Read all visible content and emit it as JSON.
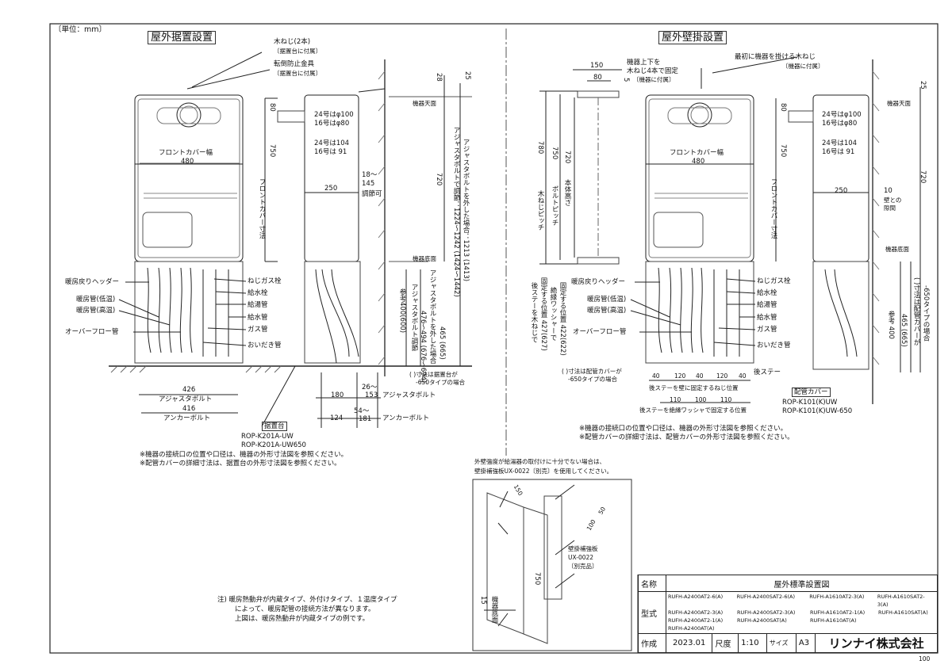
{
  "unit_label": "〔単位：mm〕",
  "page_number": "100",
  "left": {
    "title": "屋外据置設置",
    "wood_screw": "木ねじ(2本)",
    "wood_screw_note": "〔据置台に付属〕",
    "tip_bracket": "転倒防止金具",
    "tip_bracket_note": "〔据置台に付属〕",
    "dim_28": "28",
    "dim_25": "25",
    "dim_80": "80",
    "dim_750": "750",
    "dim_480": "480",
    "front_cover_width": "フロントカバー幅",
    "front_cover_height": "フロントカバー寸法",
    "duct_24": "24号はφ100",
    "duct_16": "16号はφ80",
    "depth_24": "24号は104",
    "depth_16": "16号は 91",
    "dim_250": "250",
    "adjust_top": "18～",
    "adjust_bottom": "145",
    "adjustable": "調節可",
    "top_face": "機器天面",
    "bottom_face": "機器底面",
    "dim_720": "720",
    "adjust_bolt_long": "アジャスタボルトで調節：1224～1242 (1424～1442)",
    "adjust_bolt_long2": "アジャスタボルトを外した場合：1213 (1413)",
    "ref_400": "参考400(600)",
    "adjust_bolt_range": "アジャスタボルト調節",
    "adjust_bolt_range_val": "476～494 (676～694)",
    "adjust_removed": "アジャスタボルトを外した場合",
    "adjust_removed_val": "465 (665)",
    "parts": [
      "暖房戻りヘッダー",
      "暖房管(低温)",
      "暖房管(高温)",
      "オーバーフロー管"
    ],
    "parts_right": [
      "ねじガス栓",
      "給水栓",
      "給湯管",
      "給水管",
      "ガス管",
      "おいだき管"
    ],
    "dim_426": "426",
    "adjust_bolt": "アジャスタボルト",
    "dim_416": "416",
    "anchor_bolt": "アンカーボルト",
    "dim_180": "180",
    "dim_26_153a": "26～",
    "dim_26_153b": "153",
    "adjust_bolt2": "アジャスタボルト",
    "dim_124": "124",
    "dim_54_181a": "54～",
    "dim_54_181b": "181",
    "anchor_bolt2": "アンカーボルト",
    "stand": "据置台",
    "stand_models": [
      "ROP-K201A-UW",
      "ROP-K201A-UW650"
    ],
    "bracket_note1": "( )寸法は据置台が",
    "bracket_note2": "-650タイプの場合",
    "notes": [
      "※機器の接続口の位置や口径は、機器の外形寸法図を参照ください。",
      "※配管カバーの詳細寸法は、据置台の外形寸法図を参照ください。"
    ]
  },
  "right": {
    "title": "屋外壁掛設置",
    "dim_150": "150",
    "dim_80": "80",
    "dim_5": "5",
    "lower_fix": "機器上下を",
    "lower_fix2": "木ねじ4本で固定",
    "lower_fix_note": "〔機器に付属〕",
    "first_screw": "最初に機器を掛ける木ねじ",
    "first_screw_note": "〔機器に付属〕",
    "dim_25": "25",
    "top_face": "機器天面",
    "dim_780": "780",
    "screw_pitch": "木ねじピッチ",
    "dim_750b": "750",
    "bolt_pitch": "ボルトピッチ",
    "dim_720": "720",
    "body_height": "本体高さ",
    "dim_80b": "80",
    "dim_750": "750",
    "dim_480": "480",
    "front_cover_width": "フロントカバー幅",
    "front_cover_height": "フロントカバー寸法",
    "duct_24": "24号はφ100",
    "duct_16": "16号はφ80",
    "depth_24": "24号は104",
    "depth_16": "16号は 91",
    "dim_250": "250",
    "dim_10": "10",
    "wall_gap": "壁との",
    "wall_gap2": "隙間",
    "dim_720b": "720",
    "bottom_face": "機器底面",
    "ref_400": "参考 400",
    "dim_465": "465 (665)",
    "pipe_cover_note": "( )寸法は配管カバーが",
    "pipe_cover_note2": "-650タイプの場合",
    "rear_stay_note": "後ステーを木ねじで",
    "rear_stay_note2": "固定する位置 427(627)",
    "rear_stay_note3": "絶縁ワッシャーで",
    "rear_stay_note4": "固定する位置 422(622)",
    "parts": [
      "暖房戻りヘッダー",
      "暖房管(低温)",
      "暖房管(高温)",
      "オーバーフロー管"
    ],
    "parts_right": [
      "ねじガス栓",
      "給水栓",
      "給湯管",
      "給水管",
      "ガス管",
      "おいだき管"
    ],
    "dims_bottom": [
      "40",
      "120",
      "40",
      "120",
      "40"
    ],
    "rear_stay": "後ステー",
    "rear_stay_screw": "後ステーを壁に固定するねじ位置",
    "dims_bottom2": [
      "110",
      "100",
      "110"
    ],
    "rear_stay_washer": "後ステーを絶縁ワッシャで固定する位置",
    "cover_note1": "( )寸法は配管カバーが",
    "cover_note2": "-650タイプの場合",
    "pipe_cover": "配管カバー",
    "pipe_cover_models": [
      "ROP-K101(K)UW",
      "ROP-K101(K)UW-650"
    ],
    "notes": [
      "※機器の接続口の位置や口径は、機器の外形寸法図を参照ください。",
      "※配管カバーの詳細寸法は、配管カバーの外形寸法図を参照ください。"
    ]
  },
  "detail": {
    "note1": "外壁強度が給湯器の取付けに十分でない場合は、",
    "note2": "壁掛補強板UX-0022〔別売〕を使用してください。",
    "dim_150": "150",
    "dim_50": "50",
    "dim_100": "100",
    "dim_750": "750",
    "dim_15": "15",
    "bottom_face": "機器底面",
    "plate": "壁掛補強板",
    "plate_model": "UX-0022",
    "plate_sold": "〔別売品〕"
  },
  "footnote": [
    "注) 暖房熱動弁が内蔵タイプ、外付けタイプ、１温度タイプ",
    "によって、暖房配管の接続方法が異なります。",
    "上図は、暖房熱動弁が内蔵タイプの例です。"
  ],
  "title_block": {
    "name_label": "名称",
    "name_value": "屋外標準設置図",
    "model_label": "型式",
    "models": [
      [
        "RUFH-A2400AT2-6(A)",
        "RUFH-A2400SAT2-6(A)",
        "RUFH-A1610AT2-3(A)",
        "RUFH-A1610SAT2-3(A)"
      ],
      [
        "RUFH-A2400AT2-3(A)",
        "RUFH-A2400SAT2-3(A)",
        "RUFH-A1610AT2-1(A)",
        "RUFH-A1610SAT(A)"
      ],
      [
        "RUFH-A2400AT2-1(A)",
        "RUFH-A2400SAT(A)",
        "RUFH-A1610AT(A)",
        ""
      ],
      [
        "RUFH-A2400AT(A)",
        "",
        "",
        ""
      ]
    ],
    "made_label": "作成",
    "date": "2023.01",
    "scale_label": "尺度",
    "scale": "1:10",
    "size_label": "サイズ",
    "size": "A3",
    "company": "リンナイ株式会社"
  }
}
